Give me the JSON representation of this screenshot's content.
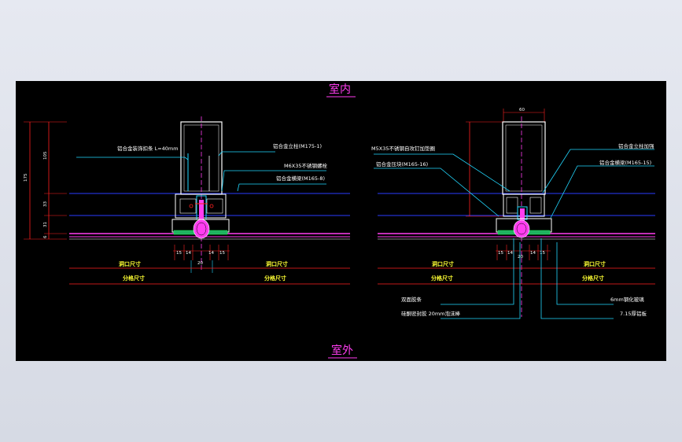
{
  "labels": {
    "indoor": "室内",
    "outdoor": "室外"
  },
  "left": {
    "callouts": {
      "c1": "铝合金装饰扣条 L=40mm",
      "c2": "铝合金立柱(M175-1)",
      "c3": "M6X35不锈钢螺栓",
      "c4": "铝合金横梁(M165-8)"
    },
    "dims": {
      "v_total": "175",
      "v_top": "105",
      "v_mid": "33",
      "v_low": "31",
      "v_bottom": "6",
      "h1": "15",
      "h2": "14",
      "h3": "14",
      "h4": "15",
      "center": "20"
    },
    "rows": {
      "open_a": "洞口尺寸",
      "open_b": "洞口尺寸",
      "split_a": "分格尺寸",
      "split_b": "分格尺寸"
    }
  },
  "right": {
    "callouts": {
      "c1": "M5X35不锈钢自攻钉加垫圈",
      "c2": "铝合金压块(M165-16)",
      "c3": "铝合金立柱加强",
      "c4": "铝合金横梁(M165-15)",
      "c5": "双面胶条",
      "c6": "硅酮密封胶 20mm泡沫棒",
      "c7": "6mm钢化玻璃",
      "c8": "7.15厚铝板"
    },
    "dims": {
      "top_w": "60",
      "h1": "15",
      "h2": "14",
      "h3": "14",
      "h4": "15",
      "center": "20"
    },
    "rows": {
      "open_a": "洞口尺寸",
      "open_b": "洞口尺寸",
      "split_a": "分格尺寸",
      "split_b": "分格尺寸"
    }
  },
  "colors": {
    "background": "#000000",
    "magenta": "#ff3df0",
    "cyan": "#22d8ff",
    "yellow": "#ffff33",
    "blue": "#2a3cff",
    "red": "#ff2020",
    "white": "#ffffff",
    "green": "#20ff60"
  }
}
